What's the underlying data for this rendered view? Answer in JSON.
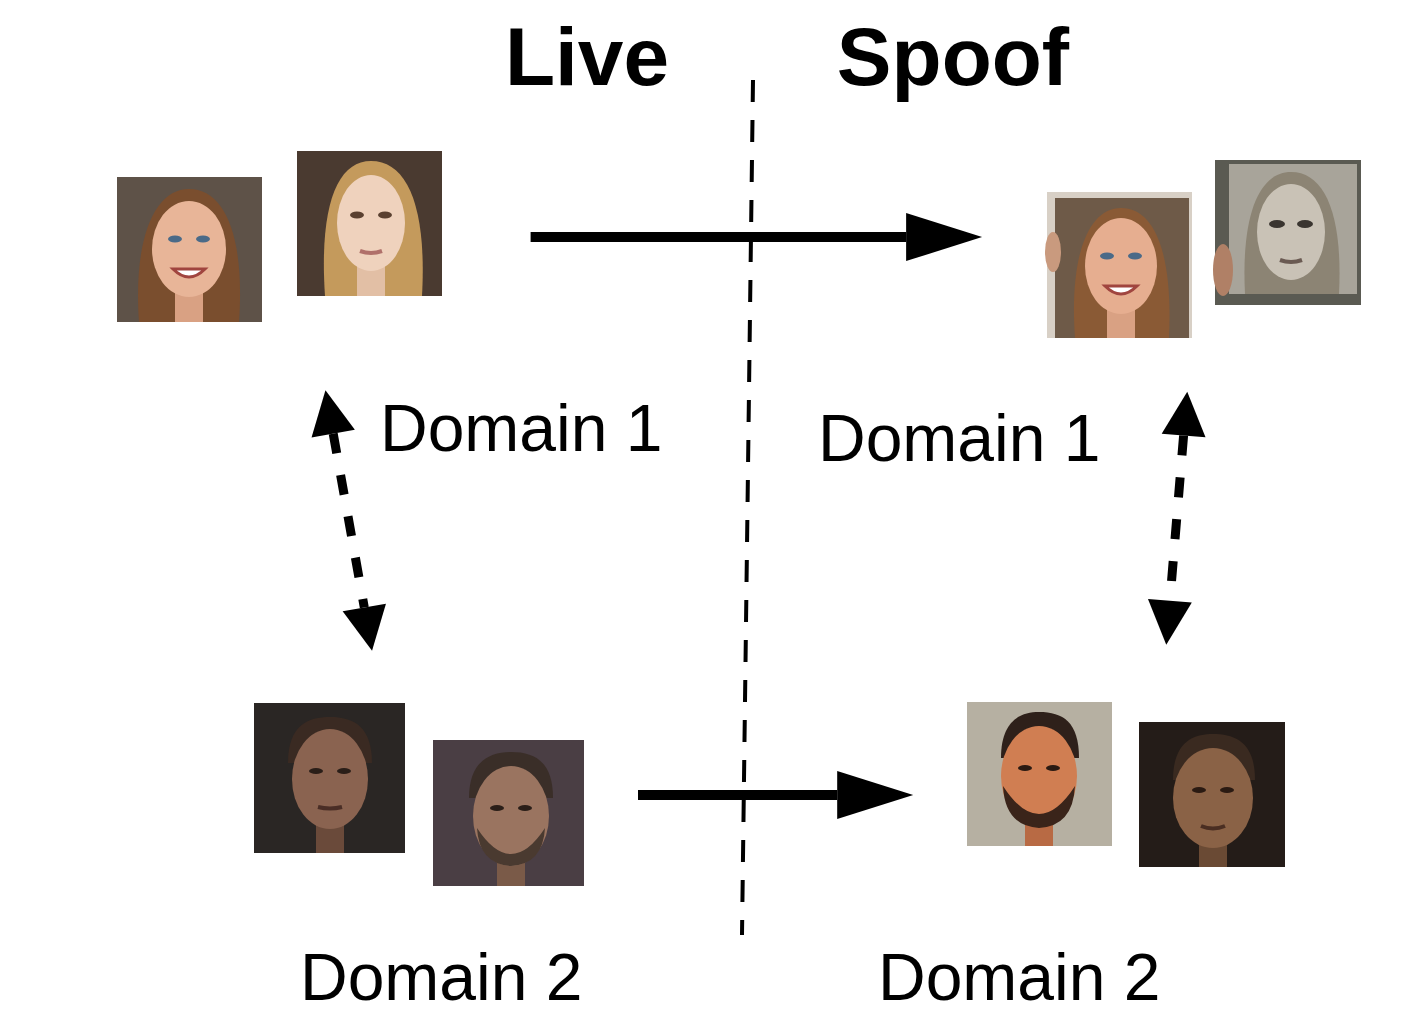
{
  "diagram": {
    "nodes": [
      {
        "text": [
          "Domain 1"
        ]
      },
      {
        "text": [
          "Domain 1"
        ]
      },
      {
        "text": [
          "Domain 2"
        ]
      },
      {
        "text": [
          "Domain 2"
        ]
      }
    ],
    "edges": [
      {
        "from": 0,
        "to": 1,
        "arrow": "to"
      },
      {
        "from": 2,
        "to": 3,
        "arrow": "to"
      },
      {
        "from": 0,
        "to": 2,
        "arrow": "both"
      },
      {
        "from": 1,
        "to": 3,
        "arrow": "both"
      }
    ],
    "labels": [
      "Live",
      "Spoof"
    ]
  }
}
